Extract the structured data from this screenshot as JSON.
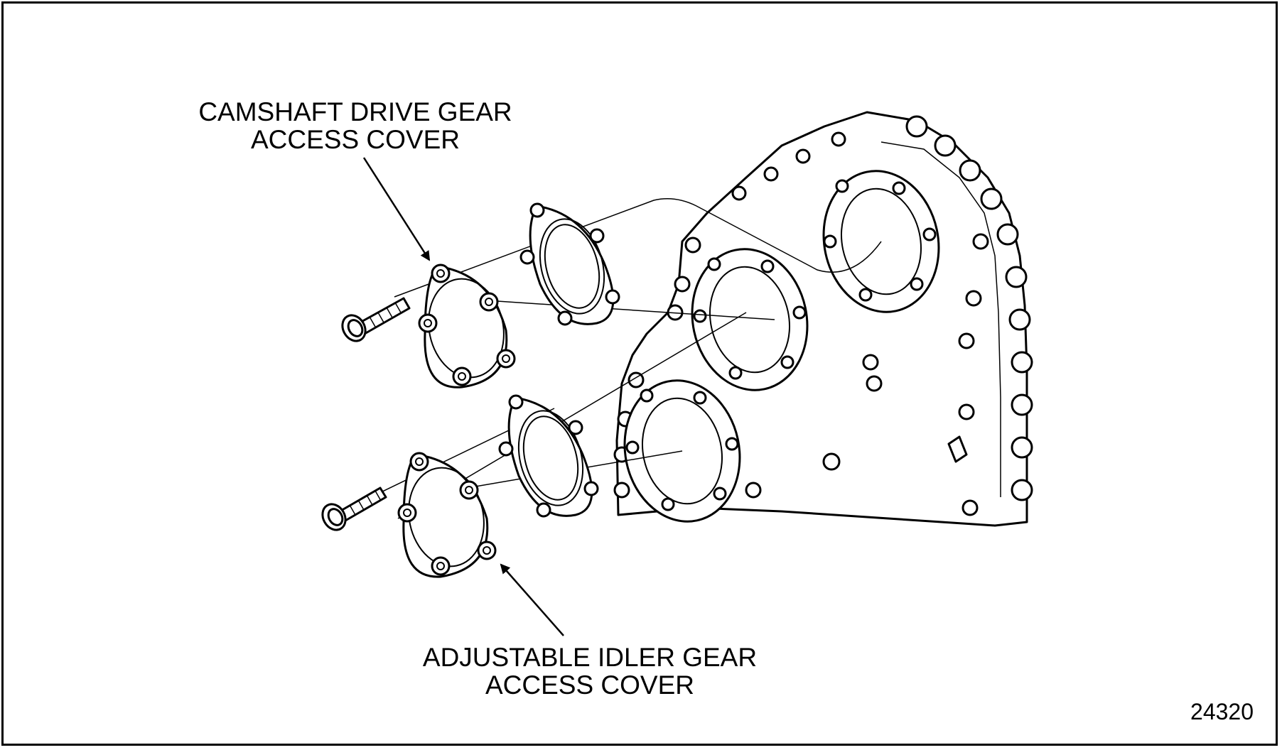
{
  "labels": {
    "camshaft_line1": "CAMSHAFT DRIVE GEAR",
    "camshaft_line2": "ACCESS COVER",
    "idler_line1": "ADJUSTABLE IDLER GEAR",
    "idler_line2": "ACCESS COVER"
  },
  "figure_number": "24320"
}
